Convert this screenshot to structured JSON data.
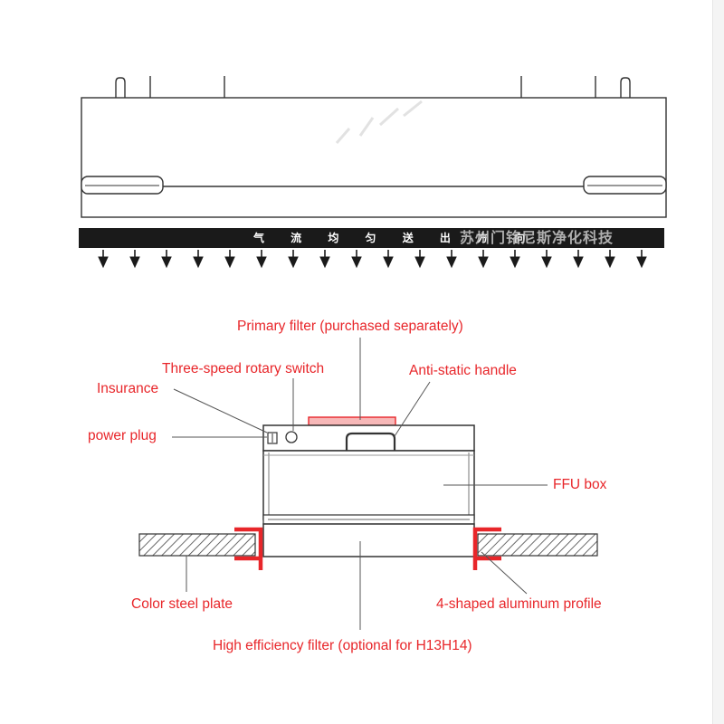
{
  "top_view": {
    "airflow_banner": "气 流 均 匀 送 出 方 向",
    "company_watermark": "苏州门铭尼斯净化科技"
  },
  "labels": {
    "primary_filter": "Primary filter (purchased separately)",
    "rotary_switch": "Three-speed rotary switch",
    "anti_static_handle": "Anti-static handle",
    "insurance": "Insurance",
    "power_plug": "power plug",
    "ffu_box": "FFU box",
    "color_steel_plate": "Color steel plate",
    "aluminum_profile": "4-shaped aluminum profile",
    "hepa_filter": "High efficiency filter (optional for H13H14)"
  },
  "colors": {
    "label_text": "#e8262a",
    "profile_red": "#e8262a",
    "line_art": "#333333",
    "banner": "#1a1a1a"
  }
}
